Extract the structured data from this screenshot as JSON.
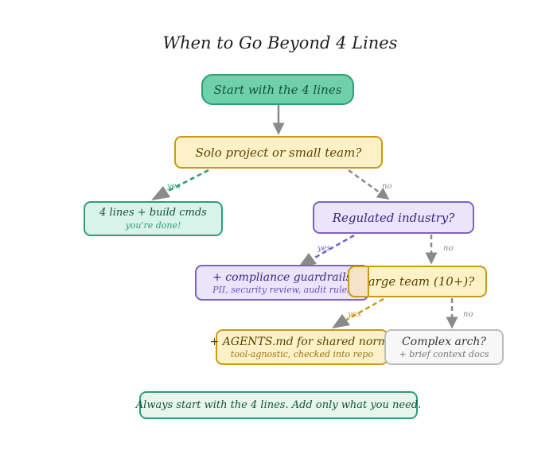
{
  "title": "When to Go Beyond 4 Lines",
  "nodes": {
    "start": {
      "label": "Start with the 4 lines"
    },
    "solo": {
      "label": "Solo project or small team?"
    },
    "four_lines": {
      "label": "4 lines + build cmds",
      "sub": "you're done!"
    },
    "regulated": {
      "label": "Regulated industry?"
    },
    "compliance": {
      "label": "+ compliance guardrails",
      "sub": "PII, security review, audit rules"
    },
    "large_team": {
      "label": "Large team (10+)?"
    },
    "agents": {
      "label": "+ AGENTS.md for shared norms",
      "sub": "tool-agnostic, checked into repo"
    },
    "complex": {
      "label": "Complex arch?",
      "sub": "+ brief context docs"
    }
  },
  "edge_labels": {
    "solo_yes": "yes",
    "solo_no": "no",
    "regulated_yes": "yes",
    "regulated_no": "no",
    "large_yes": "yes",
    "large_no": "no"
  },
  "footer": "Always start with the 4 lines. Add only what you need.",
  "colors": {
    "green_border": "#2e9e76",
    "green_fill": "#6fd1ab",
    "yellow_border": "#c99a17",
    "yellow_fill": "#fdf1c7",
    "purple_border": "#7c61c6",
    "purple_fill": "#ebe5fc",
    "gray_border": "#bdbdbd",
    "gray_fill": "#f7f7f7",
    "arrow": "#8a8a8a"
  }
}
